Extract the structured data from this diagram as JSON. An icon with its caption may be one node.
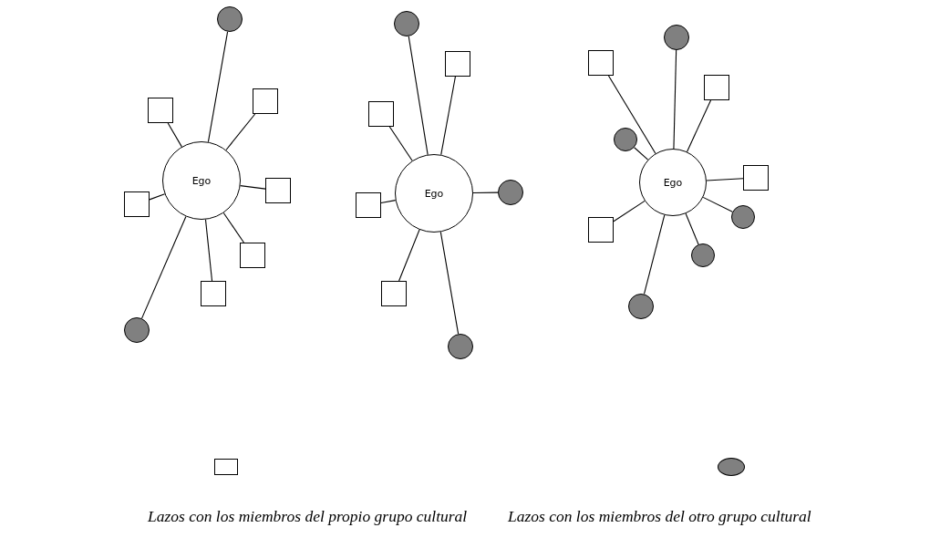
{
  "diagram": {
    "nodes": [
      {
        "text": [
          "Ego"
        ]
      },
      {
        "text": [],
        "shape": "circle"
      },
      {
        "text": [],
        "shape": "box"
      },
      {
        "text": [],
        "shape": "box"
      },
      {
        "text": [],
        "shape": "box"
      },
      {
        "text": [],
        "shape": "box"
      },
      {
        "text": [],
        "shape": "box"
      },
      {
        "text": [],
        "shape": "box"
      },
      {
        "text": [],
        "shape": "circle"
      },
      {
        "text": [
          "Ego"
        ]
      },
      {
        "text": [],
        "shape": "circle"
      },
      {
        "text": [],
        "shape": "box"
      },
      {
        "text": [],
        "shape": "box"
      },
      {
        "text": [],
        "shape": "circle"
      },
      {
        "text": [],
        "shape": "box"
      },
      {
        "text": [],
        "shape": "box"
      },
      {
        "text": [],
        "shape": "circle"
      },
      {
        "text": [
          "Ego"
        ]
      },
      {
        "text": [],
        "shape": "circle"
      },
      {
        "text": [],
        "shape": "box"
      },
      {
        "text": [],
        "shape": "box"
      },
      {
        "text": [],
        "shape": "circle"
      },
      {
        "text": [],
        "shape": "box"
      },
      {
        "text": [],
        "shape": "circle"
      },
      {
        "text": [],
        "shape": "box"
      },
      {
        "text": [],
        "shape": "circle"
      },
      {
        "text": [],
        "shape": "circle"
      }
    ],
    "edges": [
      {
        "from": 0,
        "to": 1,
        "arrow": "none"
      },
      {
        "from": 0,
        "to": 2,
        "arrow": "none"
      },
      {
        "from": 0,
        "to": 3,
        "arrow": "none"
      },
      {
        "from": 0,
        "to": 4,
        "arrow": "none"
      },
      {
        "from": 0,
        "to": 5,
        "arrow": "none"
      },
      {
        "from": 0,
        "to": 6,
        "arrow": "none"
      },
      {
        "from": 0,
        "to": 7,
        "arrow": "none"
      },
      {
        "from": 0,
        "to": 8,
        "arrow": "none"
      },
      {
        "from": 9,
        "to": 10,
        "arrow": "none"
      },
      {
        "from": 9,
        "to": 11,
        "arrow": "none"
      },
      {
        "from": 9,
        "to": 12,
        "arrow": "none"
      },
      {
        "from": 9,
        "to": 13,
        "arrow": "none"
      },
      {
        "from": 9,
        "to": 14,
        "arrow": "none"
      },
      {
        "from": 9,
        "to": 15,
        "arrow": "none"
      },
      {
        "from": 9,
        "to": 16,
        "arrow": "none"
      },
      {
        "from": 17,
        "to": 18,
        "arrow": "none"
      },
      {
        "from": 17,
        "to": 19,
        "arrow": "none"
      },
      {
        "from": 17,
        "to": 20,
        "arrow": "none"
      },
      {
        "from": 17,
        "to": 21,
        "arrow": "none"
      },
      {
        "from": 17,
        "to": 22,
        "arrow": "none"
      },
      {
        "from": 17,
        "to": 23,
        "arrow": "none"
      },
      {
        "from": 17,
        "to": 24,
        "arrow": "none"
      },
      {
        "from": 17,
        "to": 25,
        "arrow": "none"
      },
      {
        "from": 17,
        "to": 26,
        "arrow": "none"
      }
    ],
    "legend": [
      {
        "text": "Lazos con los miembros del propio grupo cultural"
      },
      {
        "text": "Lazos con los miembros del otro grupo cultural"
      }
    ]
  }
}
